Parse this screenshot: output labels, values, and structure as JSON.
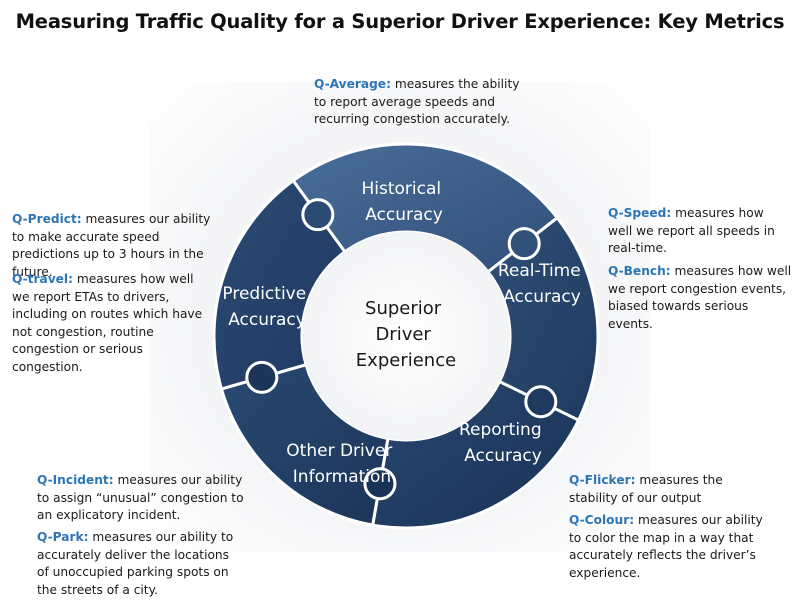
{
  "title": "Measuring Traffic Quality for a Superior Driver Experience: Key Metrics",
  "center": [
    "Superior",
    "Driver",
    "Experience"
  ],
  "segments": {
    "historical": [
      "Historical",
      "Accuracy"
    ],
    "realtime": [
      "Real-Time",
      "Accuracy"
    ],
    "reporting": [
      "Reporting",
      "Accuracy"
    ],
    "other": [
      "Other Driver",
      "Information"
    ],
    "predictive": [
      "Predictive",
      "Accuracy"
    ]
  },
  "notes": {
    "q_average": {
      "key": "Q-Average:",
      "text": " measures the ability to report average speeds and recurring congestion accurately."
    },
    "q_predict": {
      "key": "Q-Predict:",
      "text": " measures our ability to make accurate speed predictions up to 3 hours in the future."
    },
    "q_travel": {
      "key": "Q-travel:",
      "text": " measures how well we report ETAs to drivers, including on routes which have not congestion, routine congestion or serious congestion."
    },
    "q_speed": {
      "key": "Q-Speed:",
      "text": " measures how well we report all speeds in real-time."
    },
    "q_bench": {
      "key": "Q-Bench:",
      "text": " measures how well we report congestion events, biased towards serious events."
    },
    "q_incident": {
      "key": "Q-Incident:",
      "text": " measures our ability to assign “unusual” congestion to an explicatory incident."
    },
    "q_park": {
      "key": "Q-Park:",
      "text": " measures our ability to accurately deliver the locations of unoccupied parking spots on the streets of a city."
    },
    "q_flicker": {
      "key": "Q-Flicker:",
      "text": " measures the stability of our output"
    },
    "q_colour": {
      "key": "Q-Colour:",
      "text": " measures our ability to color the map in a way that accurately reflects the driver’s experience."
    }
  }
}
